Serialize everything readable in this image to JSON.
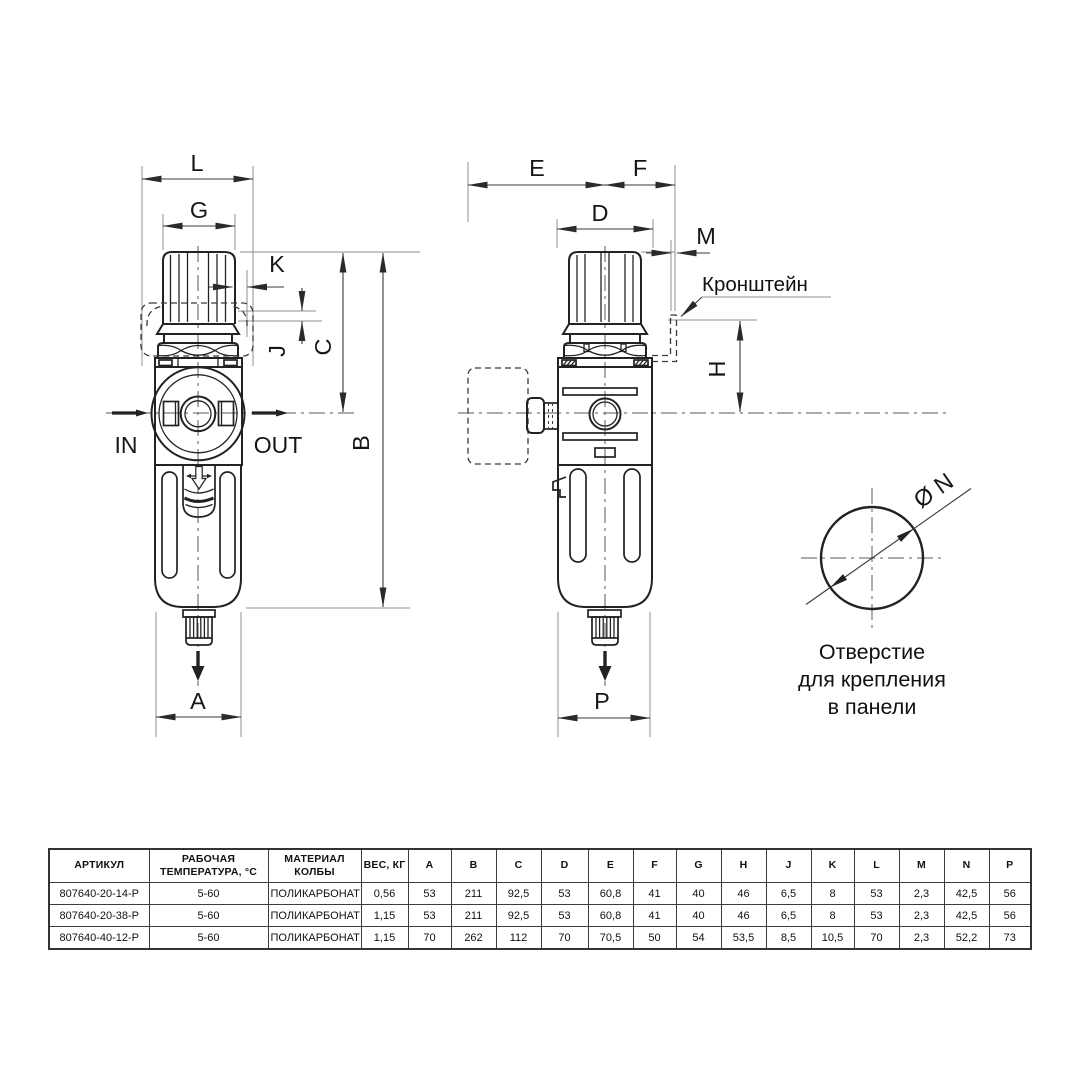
{
  "drawing": {
    "front": {
      "dim_l": "L",
      "dim_g": "G",
      "dim_k": "K",
      "dim_j": "J",
      "dim_c": "C",
      "dim_b": "B",
      "dim_a": "A",
      "inlet": "IN",
      "outlet": "OUT"
    },
    "side": {
      "dim_e": "E",
      "dim_f": "F",
      "dim_d": "D",
      "dim_m": "M",
      "dim_h": "H",
      "dim_p": "P",
      "bracket_label": "Кронштейн"
    },
    "panel_hole": {
      "diameter_label": "Ø N",
      "caption_line1": "Отверстие",
      "caption_line2": "для крепления",
      "caption_line3": "в панели"
    }
  },
  "table": {
    "headers": [
      "АРТИКУЛ",
      "РАБОЧАЯ ТЕМПЕРАТУРА, °С",
      "МАТЕРИАЛ КОЛБЫ",
      "ВЕС, КГ",
      "A",
      "B",
      "C",
      "D",
      "E",
      "F",
      "G",
      "H",
      "J",
      "K",
      "L",
      "M",
      "N",
      "P"
    ],
    "rows": [
      [
        "807640-20-14-P",
        "5-60",
        "ПОЛИКАРБОНАТ",
        "0,56",
        "53",
        "211",
        "92,5",
        "53",
        "60,8",
        "41",
        "40",
        "46",
        "6,5",
        "8",
        "53",
        "2,3",
        "42,5",
        "56"
      ],
      [
        "807640-20-38-P",
        "5-60",
        "ПОЛИКАРБОНАТ",
        "1,15",
        "53",
        "211",
        "92,5",
        "53",
        "60,8",
        "41",
        "40",
        "46",
        "6,5",
        "8",
        "53",
        "2,3",
        "42,5",
        "56"
      ],
      [
        "807640-40-12-P",
        "5-60",
        "ПОЛИКАРБОНАТ",
        "1,15",
        "70",
        "262",
        "112",
        "70",
        "70,5",
        "50",
        "54",
        "53,5",
        "8,5",
        "10,5",
        "70",
        "2,3",
        "52,2",
        "73"
      ]
    ]
  }
}
